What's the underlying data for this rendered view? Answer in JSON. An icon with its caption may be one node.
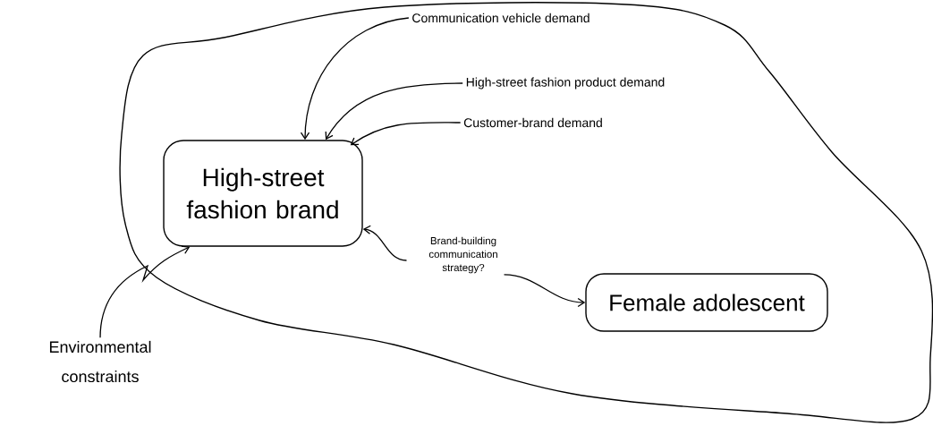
{
  "diagram": {
    "nodes": [
      {
        "text": [],
        "shape": "cloud"
      },
      {
        "text": [
          "Communication vehicle demand"
        ],
        "in": 0
      },
      {
        "text": [
          "High-street fashion product demand"
        ],
        "in": 0
      },
      {
        "text": [
          "Customer-brand demand"
        ],
        "in": 0
      },
      {
        "text": [
          "High-street fashion brand"
        ],
        "in": 0
      },
      {
        "text": [
          "Brand-building communication strategy?"
        ],
        "in": 0
      },
      {
        "text": [
          "Female adolescent"
        ],
        "in": 0
      },
      {
        "text": [
          "Environmental constraints"
        ]
      }
    ],
    "edges": [
      {
        "from": 1,
        "to": 4,
        "arrow": "to"
      },
      {
        "from": 2,
        "to": 4,
        "arrow": "to"
      },
      {
        "from": 3,
        "to": 4,
        "arrow": "to"
      },
      {
        "from": 5,
        "to": 4,
        "arrow": "to"
      },
      {
        "from": 5,
        "to": 6,
        "arrow": "to"
      },
      {
        "from": 7,
        "to": 4,
        "arrow": "to"
      }
    ]
  }
}
